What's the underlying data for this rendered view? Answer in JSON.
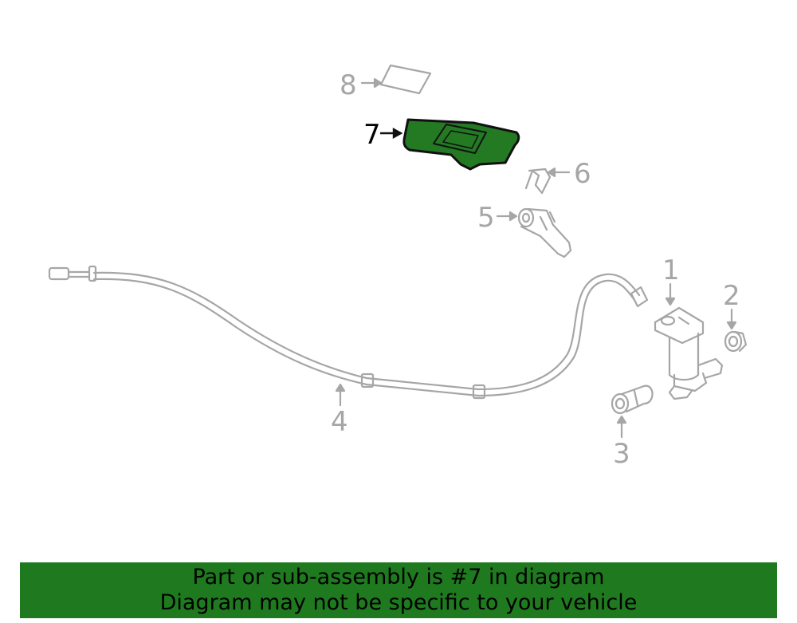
{
  "colors": {
    "part_line": "#a6a6a6",
    "highlight_fill": "#237a23",
    "highlight_stroke": "#111111",
    "banner_bg": "#1f7a1f",
    "banner_text": "#000000"
  },
  "callouts": {
    "c1": "1",
    "c2": "2",
    "c3": "3",
    "c4": "4",
    "c5": "5",
    "c6": "6",
    "c7": "7",
    "c8": "8"
  },
  "banner": {
    "line1": "Part or sub-assembly is #7 in diagram",
    "line2": "Diagram may not be specific to your vehicle"
  }
}
